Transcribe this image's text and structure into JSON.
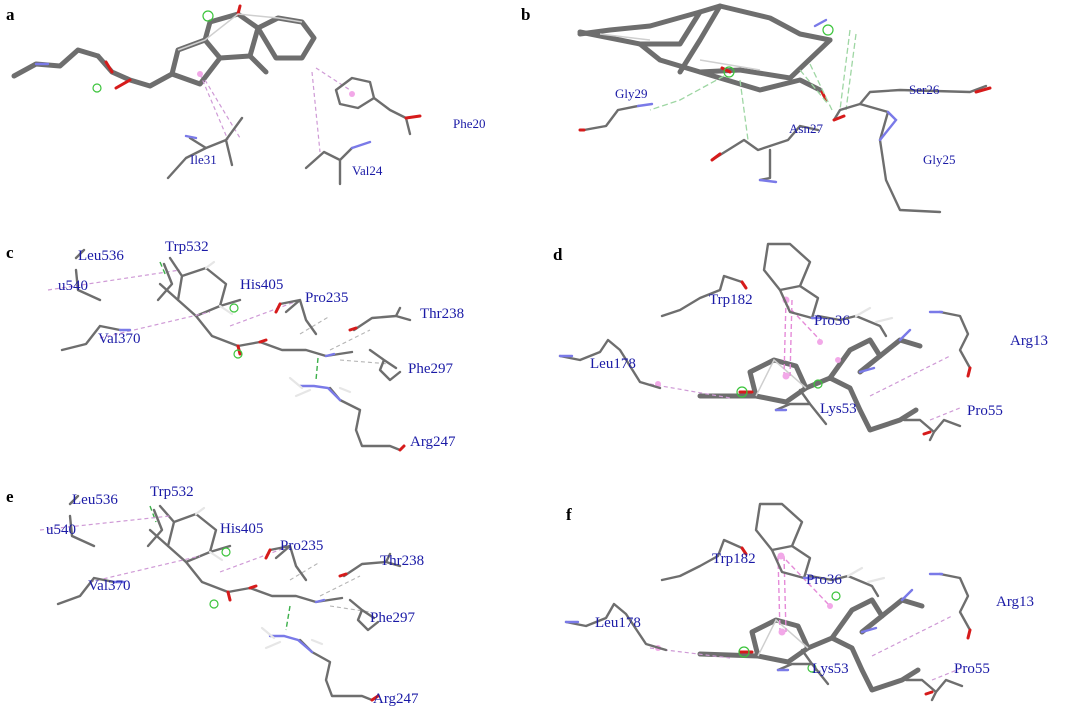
{
  "panels": [
    {
      "id": "a",
      "label": "a",
      "residues": [
        "Ile31",
        "Val24",
        "Phe20"
      ]
    },
    {
      "id": "b",
      "label": "b",
      "residues": [
        "Gly29",
        "Asn27",
        "Ser26",
        "Gly25"
      ]
    },
    {
      "id": "c",
      "label": "c",
      "residues": [
        "Leu536",
        "Trp532",
        "u540",
        "His405",
        "Pro235",
        "Thr238",
        "Val370",
        "Phe297",
        "Arg247"
      ]
    },
    {
      "id": "d",
      "label": "d",
      "residues": [
        "Trp182",
        "Pro36",
        "Arg13",
        "Leu178",
        "Lys53",
        "Pro55"
      ]
    },
    {
      "id": "e",
      "label": "e",
      "residues": [
        "Leu536",
        "Trp532",
        "u540",
        "His405",
        "Pro235",
        "Thr238",
        "Val370",
        "Phe297",
        "Arg247"
      ]
    },
    {
      "id": "f",
      "label": "f",
      "residues": [
        "Trp182",
        "Pro36",
        "Arg13",
        "Leu178",
        "Lys53",
        "Pro55"
      ]
    }
  ],
  "colors": {
    "carbon": "#6e6e6e",
    "nitrogen": "#7a7ae8",
    "oxygen": "#d61b1b",
    "hydrogen": "#e6e6e6",
    "label": "#1a1aa6",
    "pi_interaction": "#e58bd8",
    "alkyl_interaction": "#cf9ad6",
    "hydrogen_bond": "#3cb04a",
    "carbon_hydrogen_bond": "#b4b4b4"
  }
}
